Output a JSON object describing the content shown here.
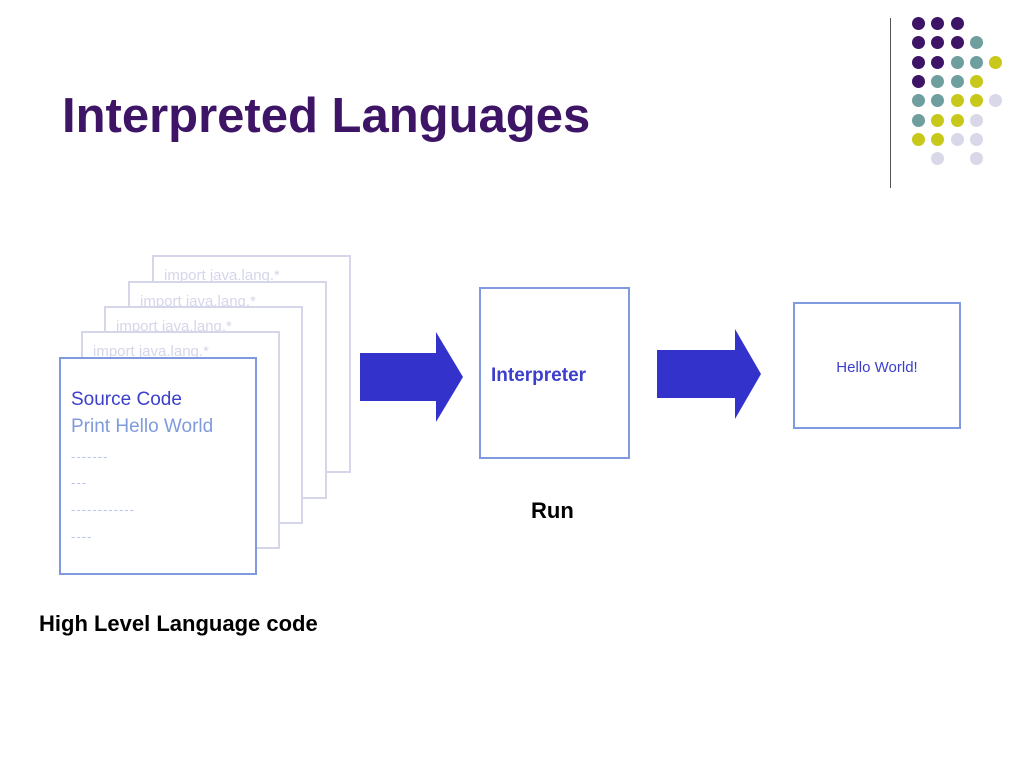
{
  "slide": {
    "title": "Interpreted Languages"
  },
  "source_stack": {
    "ghost_text": "import java.lang.*",
    "front_page": {
      "line1": "Source Code",
      "line2": "Print Hello World",
      "dash_lines": [
        "-------",
        "---",
        "------------",
        "----"
      ]
    },
    "caption": "High Level Language code"
  },
  "interpreter": {
    "label": "Interpreter",
    "caption": "Run"
  },
  "output": {
    "label": "Hello World!"
  },
  "colors": {
    "title": "#3d1466",
    "arrow": "#3333cc",
    "box_border": "#7f9bdd",
    "dot_purple": "#3d1466",
    "dot_teal": "#6f9e9e",
    "dot_yellow": "#c8c81a",
    "dot_lavender": "#d8d8e8"
  },
  "decor_dots": [
    [
      "purple",
      "purple",
      "purple",
      null,
      null
    ],
    [
      "purple",
      "purple",
      "purple",
      "teal",
      null
    ],
    [
      "purple",
      "purple",
      "teal",
      "teal",
      "yellow"
    ],
    [
      "purple",
      "teal",
      "teal",
      "yellow",
      null
    ],
    [
      "teal",
      "teal",
      "yellow",
      "yellow",
      "lavender"
    ],
    [
      "teal",
      "yellow",
      "yellow",
      "lavender",
      null
    ],
    [
      "yellow",
      "yellow",
      "lavender",
      "lavender",
      null
    ],
    [
      null,
      "lavender",
      null,
      "lavender",
      null
    ]
  ]
}
